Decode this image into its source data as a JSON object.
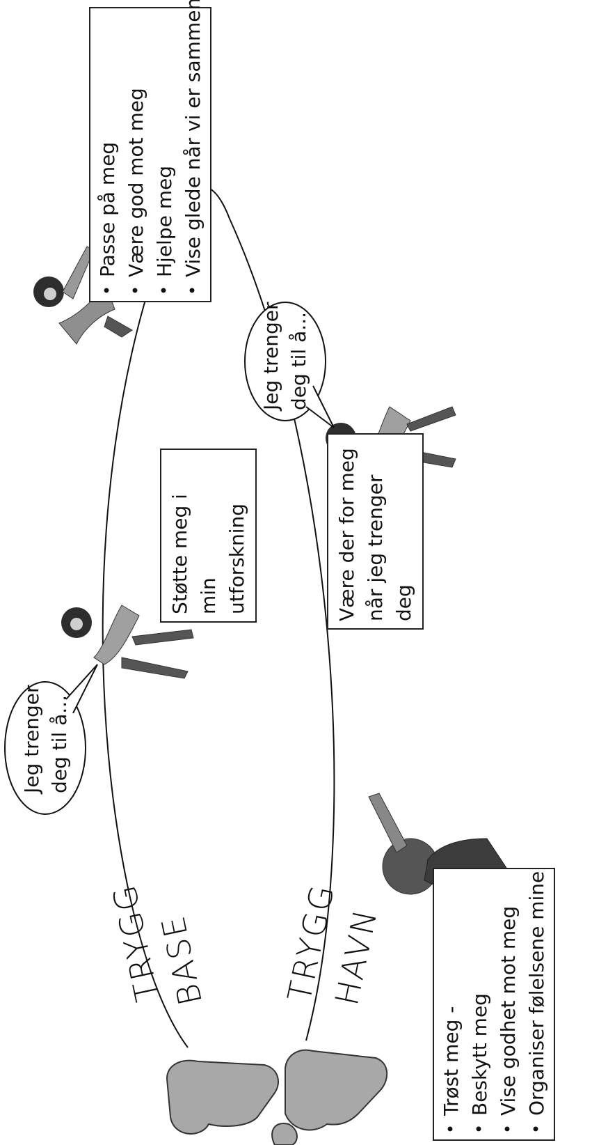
{
  "boxes": {
    "top_right": {
      "items": [
        "Passe på meg",
        "Være god mot meg",
        "Hjelpe meg",
        "Vise glede når vi er sammen"
      ]
    },
    "bottom_left": {
      "items": [
        "Trøst meg -",
        "Beskytt meg",
        "Vise godhet mot meg",
        "Organiser følelsene mine"
      ]
    },
    "center_top": {
      "text": "Støtte meg i min\nutforskning"
    },
    "center_bottom": {
      "text": "Være der for meg\nnår jeg trenger deg"
    }
  },
  "bubbles": {
    "left": "Jeg trenger\ndeg til å...",
    "center": "Jeg trenger\ndeg til å..."
  },
  "labels": {
    "base_line1": "TRYGG",
    "base_line2": "BASE",
    "havn_line1": "TRYGG",
    "havn_line2": "HAVN"
  },
  "colors": {
    "ink": "#111111",
    "shade": "#9a9a9a",
    "dark": "#3c3c3c"
  }
}
